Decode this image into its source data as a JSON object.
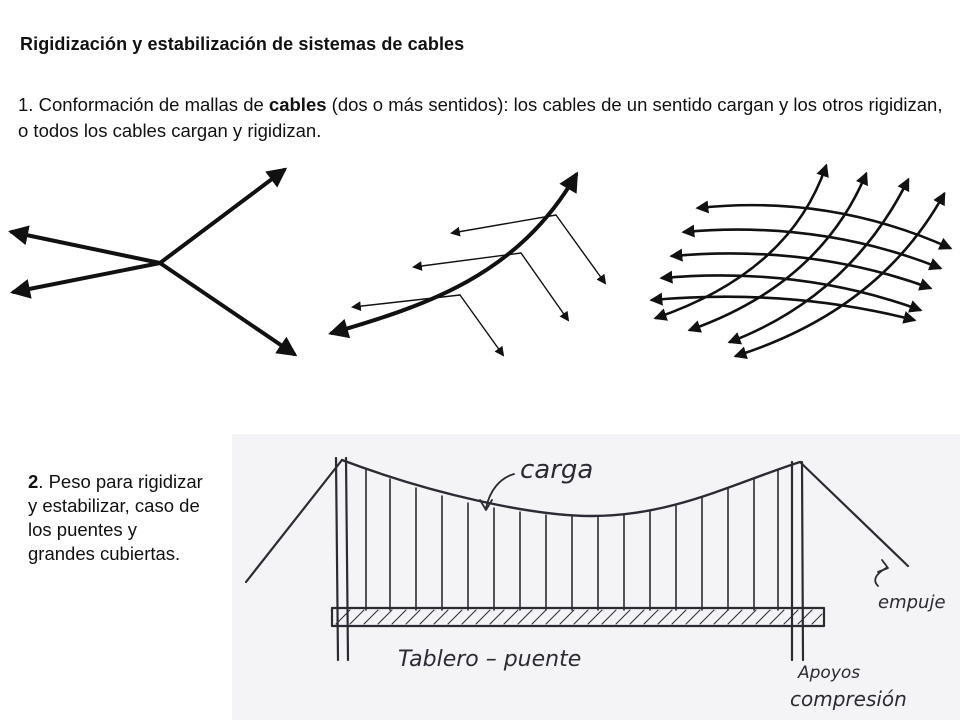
{
  "title": "Rigidización y estabilización de sistemas de cables",
  "point1": {
    "number": "1.",
    "text_a": " Conformación de mallas de ",
    "bold_word": "cables",
    "text_b": " (dos o más sentidos): los cables de un sentido cargan y los otros rigidizan, o todos los cables cargan y rigidizan."
  },
  "point2": {
    "number": "2",
    "text": ". Peso para rigidizar y estabilizar, caso de los puentes y grandes cubiertas."
  },
  "sketch_labels": {
    "carga": "carga",
    "tablero": "Tablero – puente",
    "empuje": "empuje",
    "apoyos_1": "Apoyos",
    "apoyos_2": "compresión"
  }
}
